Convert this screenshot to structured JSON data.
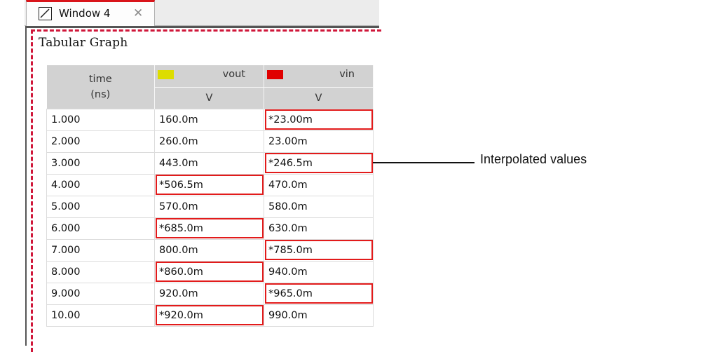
{
  "tab": {
    "label": "Window 4",
    "close_glyph": "✕",
    "icon": "graph-icon",
    "active_color": "#d9151b"
  },
  "panel": {
    "title": "Tabular Graph",
    "border_color": "#d0173a"
  },
  "table": {
    "time_header": {
      "name": "time",
      "unit": "(ns)"
    },
    "signals": [
      {
        "name": "vout",
        "unit": "V",
        "color": "#dddd00"
      },
      {
        "name": "vin",
        "unit": "V",
        "color": "#e00000"
      }
    ],
    "rows": [
      {
        "time": "1.000",
        "vout": "160.0m",
        "vin": "*23.00m",
        "vout_interp": false,
        "vin_interp": true
      },
      {
        "time": "2.000",
        "vout": "260.0m",
        "vin": "23.00m",
        "vout_interp": false,
        "vin_interp": false
      },
      {
        "time": "3.000",
        "vout": "443.0m",
        "vin": "*246.5m",
        "vout_interp": false,
        "vin_interp": true
      },
      {
        "time": "4.000",
        "vout": "*506.5m",
        "vin": "470.0m",
        "vout_interp": true,
        "vin_interp": false
      },
      {
        "time": "5.000",
        "vout": "570.0m",
        "vin": "580.0m",
        "vout_interp": false,
        "vin_interp": false
      },
      {
        "time": "6.000",
        "vout": "*685.0m",
        "vin": "630.0m",
        "vout_interp": true,
        "vin_interp": false
      },
      {
        "time": "7.000",
        "vout": "800.0m",
        "vin": "*785.0m",
        "vout_interp": false,
        "vin_interp": true
      },
      {
        "time": "8.000",
        "vout": "*860.0m",
        "vin": "940.0m",
        "vout_interp": true,
        "vin_interp": false
      },
      {
        "time": "9.000",
        "vout": "920.0m",
        "vin": "*965.0m",
        "vout_interp": false,
        "vin_interp": true
      },
      {
        "time": "10.00",
        "vout": "*920.0m",
        "vin": "990.0m",
        "vout_interp": true,
        "vin_interp": false
      }
    ],
    "interp_highlight_color": "#e21b1b"
  },
  "annotation": {
    "text": "Interpolated values"
  }
}
